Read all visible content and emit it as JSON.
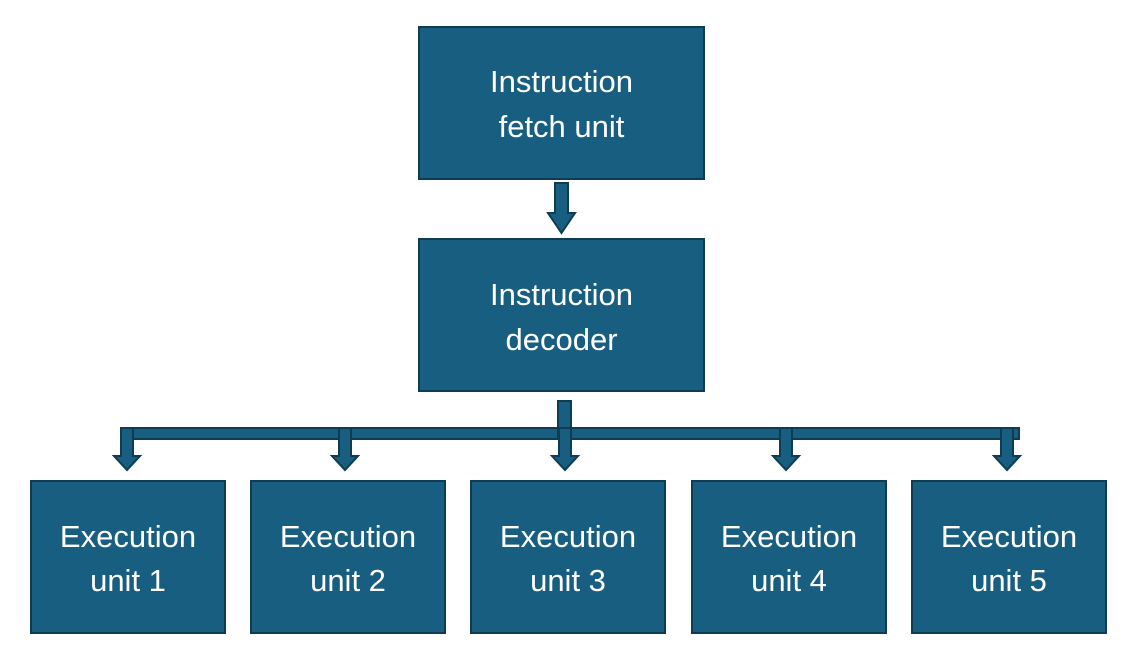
{
  "diagram": {
    "colors": {
      "box_fill": "#175e80",
      "box_stroke": "#0f3c52",
      "text": "#ffffff",
      "arrow_fill": "#175e80",
      "arrow_stroke": "#0f3c52"
    },
    "fetch_unit": {
      "line1": "Instruction",
      "line2": "fetch unit"
    },
    "decoder": {
      "line1": "Instruction",
      "line2": "decoder"
    },
    "execution_units": [
      {
        "line1": "Execution",
        "line2": "unit 1"
      },
      {
        "line1": "Execution",
        "line2": "unit 2"
      },
      {
        "line1": "Execution",
        "line2": "unit 3"
      },
      {
        "line1": "Execution",
        "line2": "unit 4"
      },
      {
        "line1": "Execution",
        "line2": "unit 5"
      }
    ]
  }
}
